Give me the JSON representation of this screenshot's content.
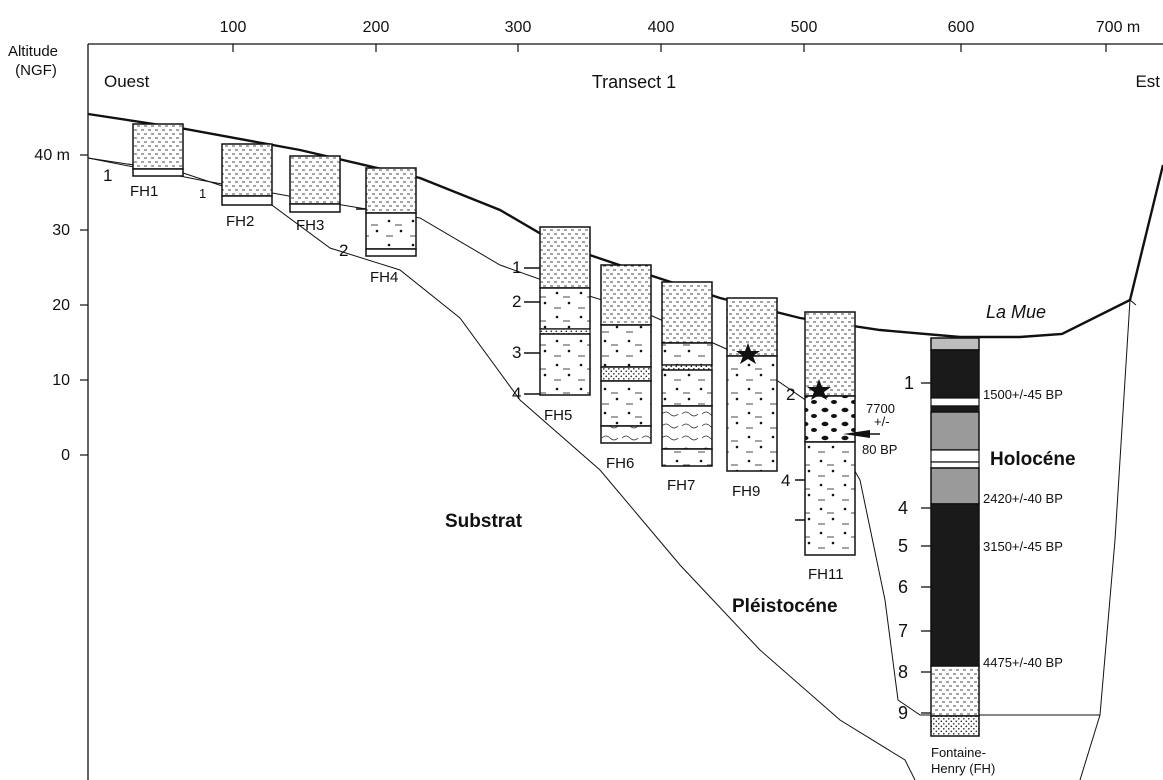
{
  "axes": {
    "y_title_line1": "Altitude",
    "y_title_line2": "(NGF)",
    "x_ticks": [
      {
        "label": "100",
        "value": 100
      },
      {
        "label": "200",
        "value": 200
      },
      {
        "label": "300",
        "value": 300
      },
      {
        "label": "400",
        "value": 400
      },
      {
        "label": "500",
        "value": 500
      },
      {
        "label": "600",
        "value": 600
      },
      {
        "label": "700 m",
        "value": 700
      }
    ],
    "y_ticks": [
      {
        "label": "40 m",
        "value": 40
      },
      {
        "label": "30",
        "value": 30
      },
      {
        "label": "20",
        "value": 20
      },
      {
        "label": "10",
        "value": 10
      },
      {
        "label": "0",
        "value": 0
      }
    ]
  },
  "header": {
    "west": "Ouest",
    "title": "Transect 1",
    "east": "Est"
  },
  "river": "La Mue",
  "zones": {
    "substrat": "Substrat",
    "pleistocene": "Pléistocéne",
    "holocene": "Holocéne"
  },
  "cores": [
    {
      "label": "FH1"
    },
    {
      "label": "FH2"
    },
    {
      "label": "FH3"
    },
    {
      "label": "FH4"
    },
    {
      "label": "FH5"
    },
    {
      "label": "FH6"
    },
    {
      "label": "FH7"
    },
    {
      "label": "FH9"
    },
    {
      "label": "FH11"
    }
  ],
  "unit_numbers": {
    "fh1_1": "1",
    "fh2_1": "1",
    "fh4_2": "2",
    "fh5_1": "1",
    "fh5_2": "2",
    "fh5_3": "3",
    "fh5_4": "4",
    "fh11_2": "2",
    "fh11_4": "4"
  },
  "fh11_date": {
    "line1": "7700",
    "line2": "+/-",
    "line3": "80 BP"
  },
  "reference_column": {
    "caption_line1": "Fontaine-",
    "caption_line2": "Henry (FH)",
    "unit_labels": [
      "1",
      "4",
      "5",
      "6",
      "7",
      "8",
      "9"
    ],
    "dates": [
      "1500+/-45 BP",
      "2420+/-40 BP",
      "3150+/-45 BP",
      "4475+/-40 BP"
    ]
  },
  "colors": {
    "line": "#111111",
    "peat": "#1a1a1a",
    "clay": "#9a9a9a",
    "top_soil": "#bdbdbd"
  }
}
